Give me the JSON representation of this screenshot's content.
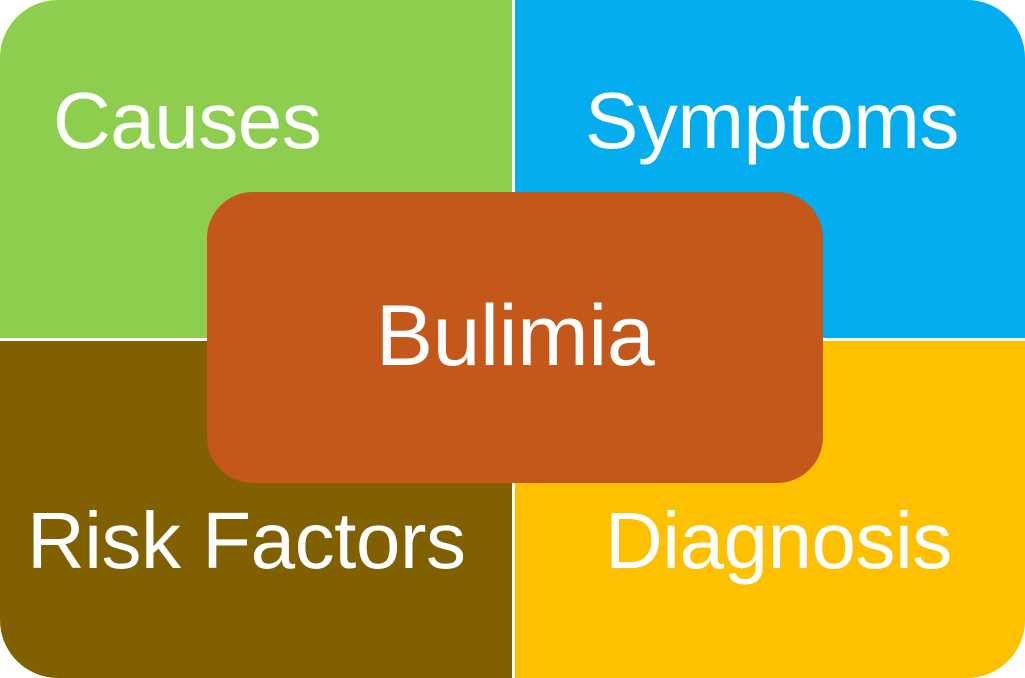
{
  "diagram": {
    "type": "smartart-matrix",
    "title": "Bulimia",
    "center": {
      "label": "Bulimia",
      "fill_color": "#C4571A",
      "text_color": "#FFFFFF"
    },
    "quadrants": [
      {
        "id": "causes",
        "label": "Causes",
        "position": "top-left",
        "fill_color": "#8DCE4F",
        "text_color": "#FFFFFF"
      },
      {
        "id": "symptoms",
        "label": "Symptoms",
        "position": "top-right",
        "fill_color": "#03ADEE",
        "text_color": "#FFFFFF"
      },
      {
        "id": "risk-factors",
        "label": "Risk Factors",
        "position": "bottom-left",
        "fill_color": "#806000",
        "text_color": "#FFFFFF"
      },
      {
        "id": "diagnosis",
        "label": "Diagnosis",
        "position": "bottom-right",
        "fill_color": "#FFC000",
        "text_color": "#FFFFFF"
      }
    ],
    "background_color": "#FFFFFF"
  }
}
